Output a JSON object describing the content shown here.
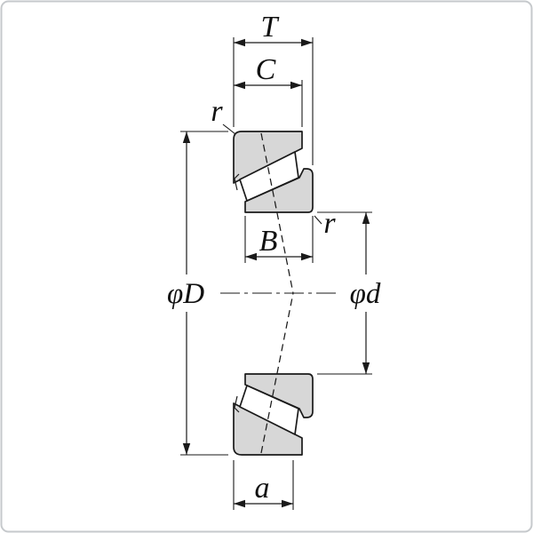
{
  "diagram": {
    "labels": {
      "total_width": "T",
      "cup_width": "C",
      "outer_corner_radius": "r",
      "cone_width": "B",
      "outside_diameter": "φD",
      "bore_diameter": "φd",
      "inner_corner_radius": "r",
      "load_center_distance": "a"
    },
    "colors": {
      "line": "#1a1a1a",
      "ring_fill": "#d7d7d7",
      "roller_fill": "#ffffff",
      "background": "#ffffff",
      "frame": "#c6c9cc"
    }
  }
}
